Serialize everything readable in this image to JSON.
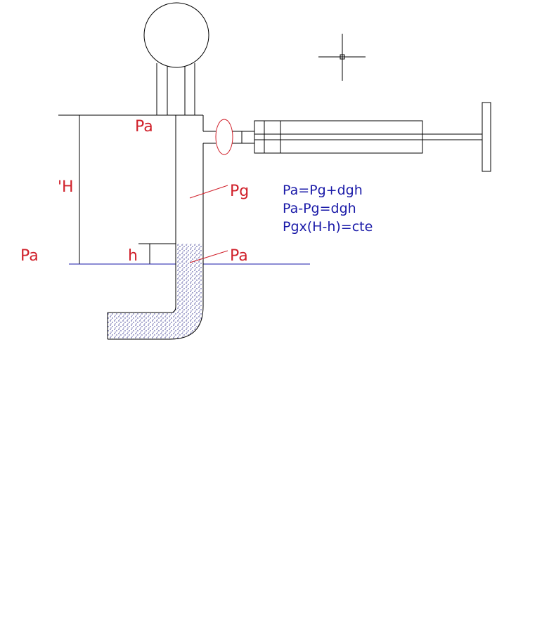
{
  "labels": {
    "pa_top": "Pa",
    "pa_left": "Pa",
    "pa_tube": "Pa",
    "pg": "Pg",
    "h_upper": "'H",
    "h_lower": "h"
  },
  "equations": [
    "Pa=Pg+dgh",
    "Pa-Pg=dgh",
    "Pgx(H-h)=cte"
  ],
  "colors": {
    "line": "#000000",
    "label": "#d0202a",
    "equation": "#1a1aa8",
    "liquid": "#2a2a8a"
  }
}
